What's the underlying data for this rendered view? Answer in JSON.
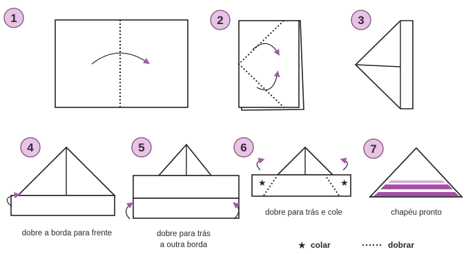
{
  "steps": [
    {
      "number": "1",
      "caption": ""
    },
    {
      "number": "2",
      "caption": ""
    },
    {
      "number": "3",
      "caption": ""
    },
    {
      "number": "4",
      "caption": "dobre a borda para frente"
    },
    {
      "number": "5",
      "caption_line1": "dobre para trás",
      "caption_line2": "a outra borda"
    },
    {
      "number": "6",
      "caption": "dobre para trás e cole"
    },
    {
      "number": "7",
      "caption": "chapéu pronto"
    }
  ],
  "legend": {
    "glue_label": "colar",
    "glue_icon": "star-icon",
    "fold_label": "dobrar",
    "fold_icon": "dotted-line-icon"
  },
  "colors": {
    "badge_fill": "#e7c4e5",
    "arrow_head": "#a45aa8",
    "stripe": "#a64fa6"
  }
}
